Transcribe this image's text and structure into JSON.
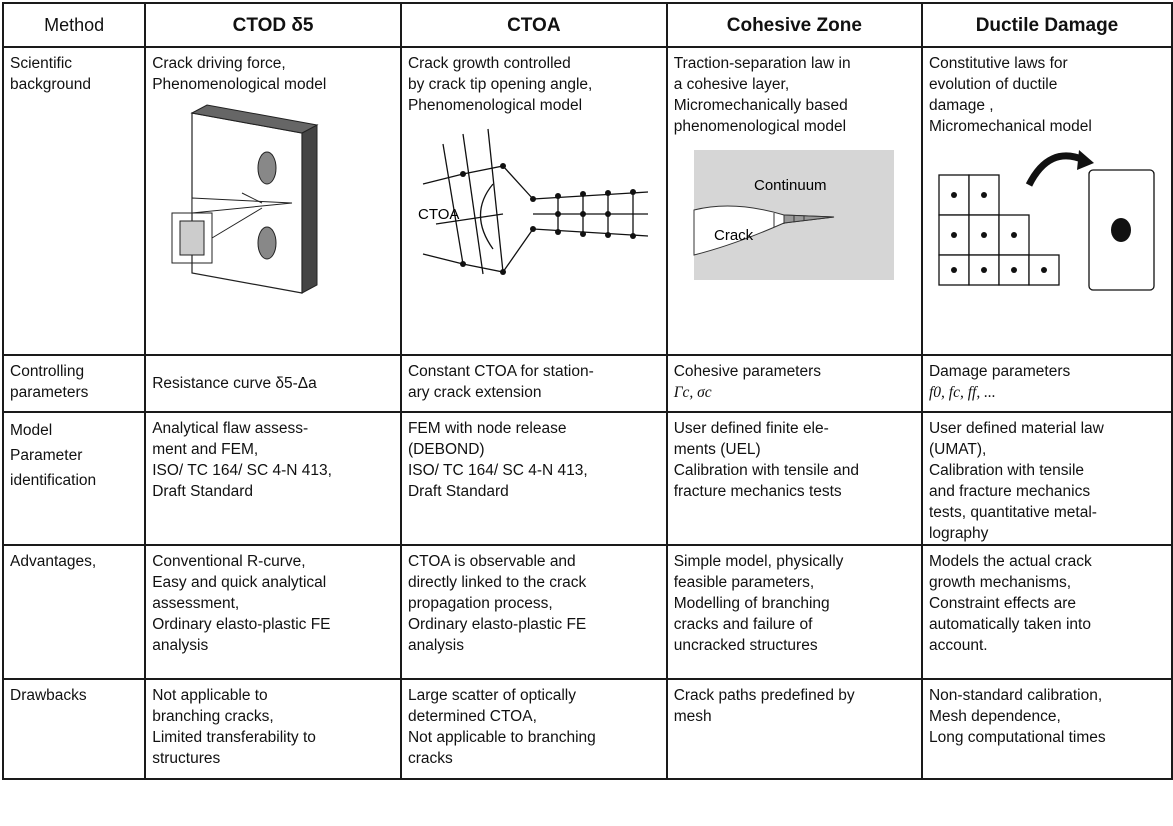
{
  "headers": [
    "Method",
    "CTOD δ5",
    "CTOA",
    "Cohesive Zone",
    "Ductile Damage"
  ],
  "rows": [
    {
      "label": [
        "Scientific",
        "background"
      ],
      "cells": [
        [
          "Crack driving force,",
          "Phenomenological model"
        ],
        [
          "Crack growth controlled",
          "by crack tip opening angle,",
          "Phenomenological model"
        ],
        [
          "Traction-separation law in",
          "a cohesive layer,",
          "Micromechanically based",
          "phenomenological model"
        ],
        [
          "Constitutive laws for",
          "evolution of ductile",
          "damage ,",
          "Micromechanical model"
        ]
      ]
    },
    {
      "label": [
        "Controlling",
        "parameters"
      ],
      "cells": [
        [
          "Resistance curve δ5-Δa"
        ],
        [
          "Constant CTOA for station-",
          "ary crack extension"
        ],
        [
          "Cohesive parameters",
          "Γc, σc"
        ],
        [
          "Damage parameters",
          "f0, fc, ff, ..."
        ]
      ]
    },
    {
      "label": [
        "Model",
        "Parameter",
        "identification"
      ],
      "cells": [
        [
          "Analytical flaw assess-",
          "ment and FEM,",
          "ISO/ TC 164/ SC 4-N 413,",
          "Draft Standard"
        ],
        [
          "FEM with node release",
          "(DEBOND)",
          "ISO/ TC 164/ SC 4-N 413,",
          "Draft Standard"
        ],
        [
          "User defined finite ele-",
          "ments (UEL)",
          "Calibration with tensile and",
          "fracture mechanics tests"
        ],
        [
          "User defined material law",
          "(UMAT),",
          "Calibration with tensile",
          "and fracture mechanics",
          "tests, quantitative metal-",
          "lography"
        ]
      ]
    },
    {
      "label": [
        "Advantages,"
      ],
      "cells": [
        [
          "Conventional R-curve,",
          "Easy and quick analytical",
          "assessment,",
          "Ordinary elasto-plastic FE",
          "analysis"
        ],
        [
          "CTOA is observable and",
          "directly linked to the crack",
          "propagation process,",
          "Ordinary elasto-plastic FE",
          "analysis"
        ],
        [
          "Simple model, physically",
          "feasible parameters,",
          "Modelling of branching",
          "cracks and failure of",
          "uncracked structures"
        ],
        [
          "Models the actual crack",
          "growth mechanisms,",
          "Constraint effects are",
          "automatically taken into",
          "account."
        ]
      ]
    },
    {
      "label": [
        "Drawbacks"
      ],
      "cells": [
        [
          "Not applicable to",
          "branching cracks,",
          "Limited transferability to",
          "structures"
        ],
        [
          "Large scatter of optically",
          "determined CTOA,",
          "Not applicable to branching",
          "cracks"
        ],
        [
          "Crack paths predefined by",
          "mesh"
        ],
        [
          "Non-standard calibration,",
          "Mesh dependence,",
          "Long computational times"
        ]
      ]
    }
  ],
  "figures": {
    "ctoa_label": "CTOA",
    "continuum_label": "Continuum",
    "crack_label": "Crack"
  }
}
